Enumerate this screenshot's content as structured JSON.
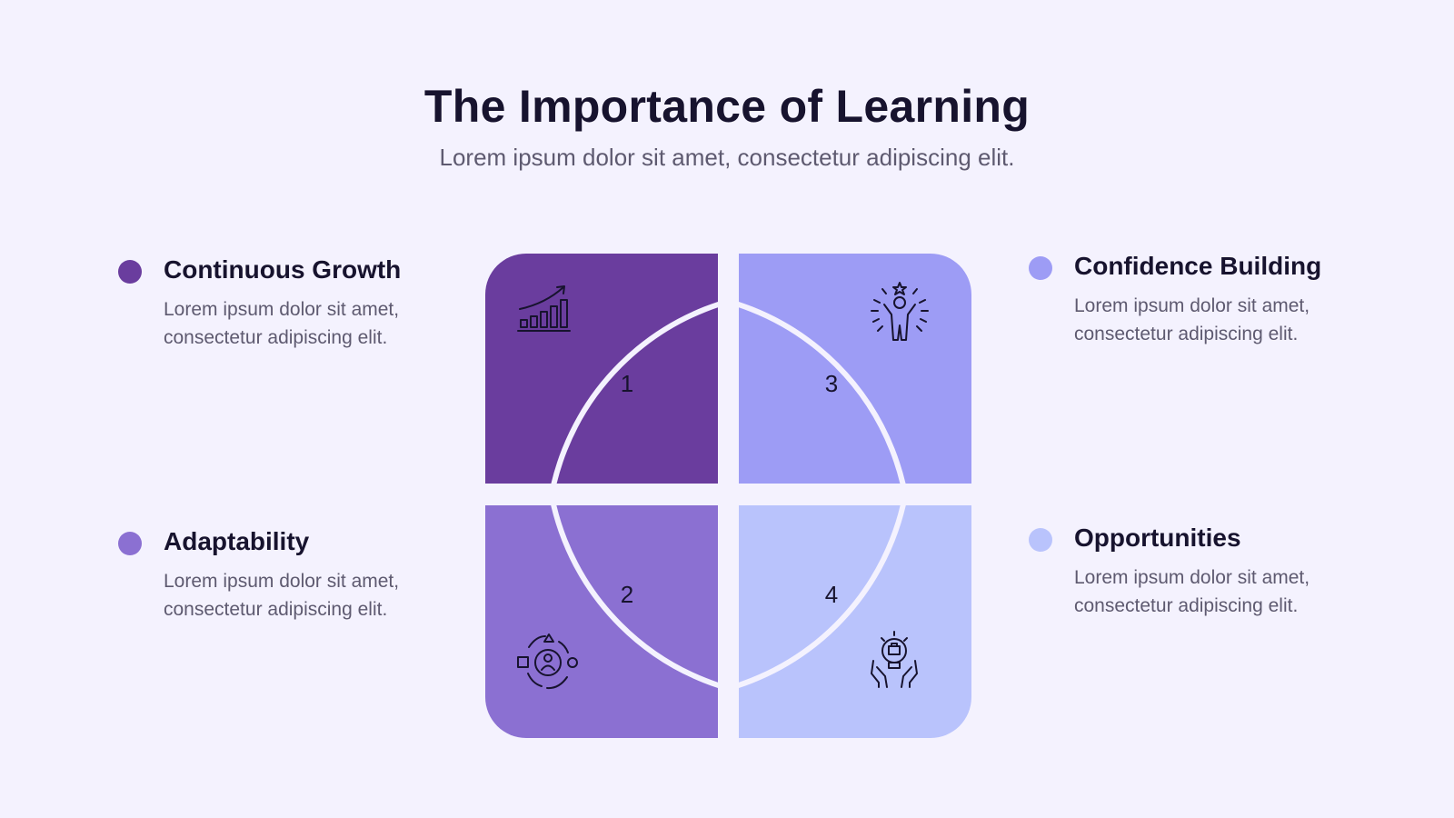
{
  "title": "The Importance of Learning",
  "subtitle": "Lorem ipsum dolor sit amet, consectetur adipiscing elit.",
  "items": [
    {
      "number": "1",
      "heading": "Continuous Growth",
      "text": "Lorem ipsum dolor sit amet, consectetur adipiscing elit.",
      "color": "#6A3D9E",
      "icon": "growth-chart-icon"
    },
    {
      "number": "2",
      "heading": "Adaptability",
      "text": "Lorem ipsum dolor sit amet, consectetur adipiscing elit.",
      "color": "#8B70D2",
      "icon": "adaptability-gear-icon"
    },
    {
      "number": "3",
      "heading": "Confidence Building",
      "text": "Lorem ipsum dolor sit amet, consectetur adipiscing elit.",
      "color": "#9D9CF5",
      "icon": "confident-person-icon"
    },
    {
      "number": "4",
      "heading": "Opportunities",
      "text": "Lorem ipsum dolor sit amet, consectetur adipiscing elit.",
      "color": "#B9C3FC",
      "icon": "idea-hands-icon"
    }
  ],
  "colors": {
    "background": "#F4F2FE",
    "ring": "#F4F2FE",
    "text": "#17132E",
    "muted": "#5E5A70"
  }
}
